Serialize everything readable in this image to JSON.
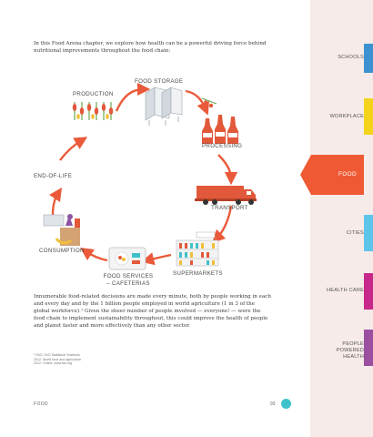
{
  "intro": "In this Food Arena chapter, we explore how health can be a powerful driving force behind nutritional improvements throughout the food chain:",
  "diagram": {
    "food_storage": "FOOD STORAGE",
    "production": "PRODUCTION",
    "processing": "PROCESSING",
    "transport": "TRANSPORT",
    "supermarkets": "SUPERMARKETS",
    "food_services_line1": "FOOD SERVICES",
    "food_services_line2": "– CAFETERIAS",
    "consumption": "CONSUMPTION",
    "end_of_life": "END-OF-LIFE"
  },
  "body": "Innumerable food-related decisions are made every minute, both by people working in each and every day and by the 1 billion people employed in world agriculture (1 in 3 of the global workforce).¹ Given the sheer number of people involved — everyone! — were the food chain to implement sustainability throughout, this could improve the health of people and planet faster and more effectively than any other sector.",
  "footnote": "¹ FAO, FAO Statistical Yearbook 2012: World food and agriculture 2012. Online: www.fao.org",
  "footer": {
    "section": "FOOD",
    "page": "93"
  },
  "sidebar": {
    "items": [
      {
        "label": "SCHOOLS",
        "color": "#3c92d0"
      },
      {
        "label": "WORKPLACE",
        "color": "#f3d41a"
      },
      {
        "label": "FOOD",
        "color": "#ef5a35"
      },
      {
        "label": "CITIES",
        "color": "#5ec5ea"
      },
      {
        "label": "HEALTH CARE",
        "color": "#c7298b"
      },
      {
        "label_line1": "PEOPLE",
        "label_line2": "POWERED",
        "label_line3": "HEALTH",
        "color": "#9a4fa0"
      }
    ]
  },
  "colors": {
    "arrow": "#ea5a3a",
    "accent": "#ef5a35"
  }
}
